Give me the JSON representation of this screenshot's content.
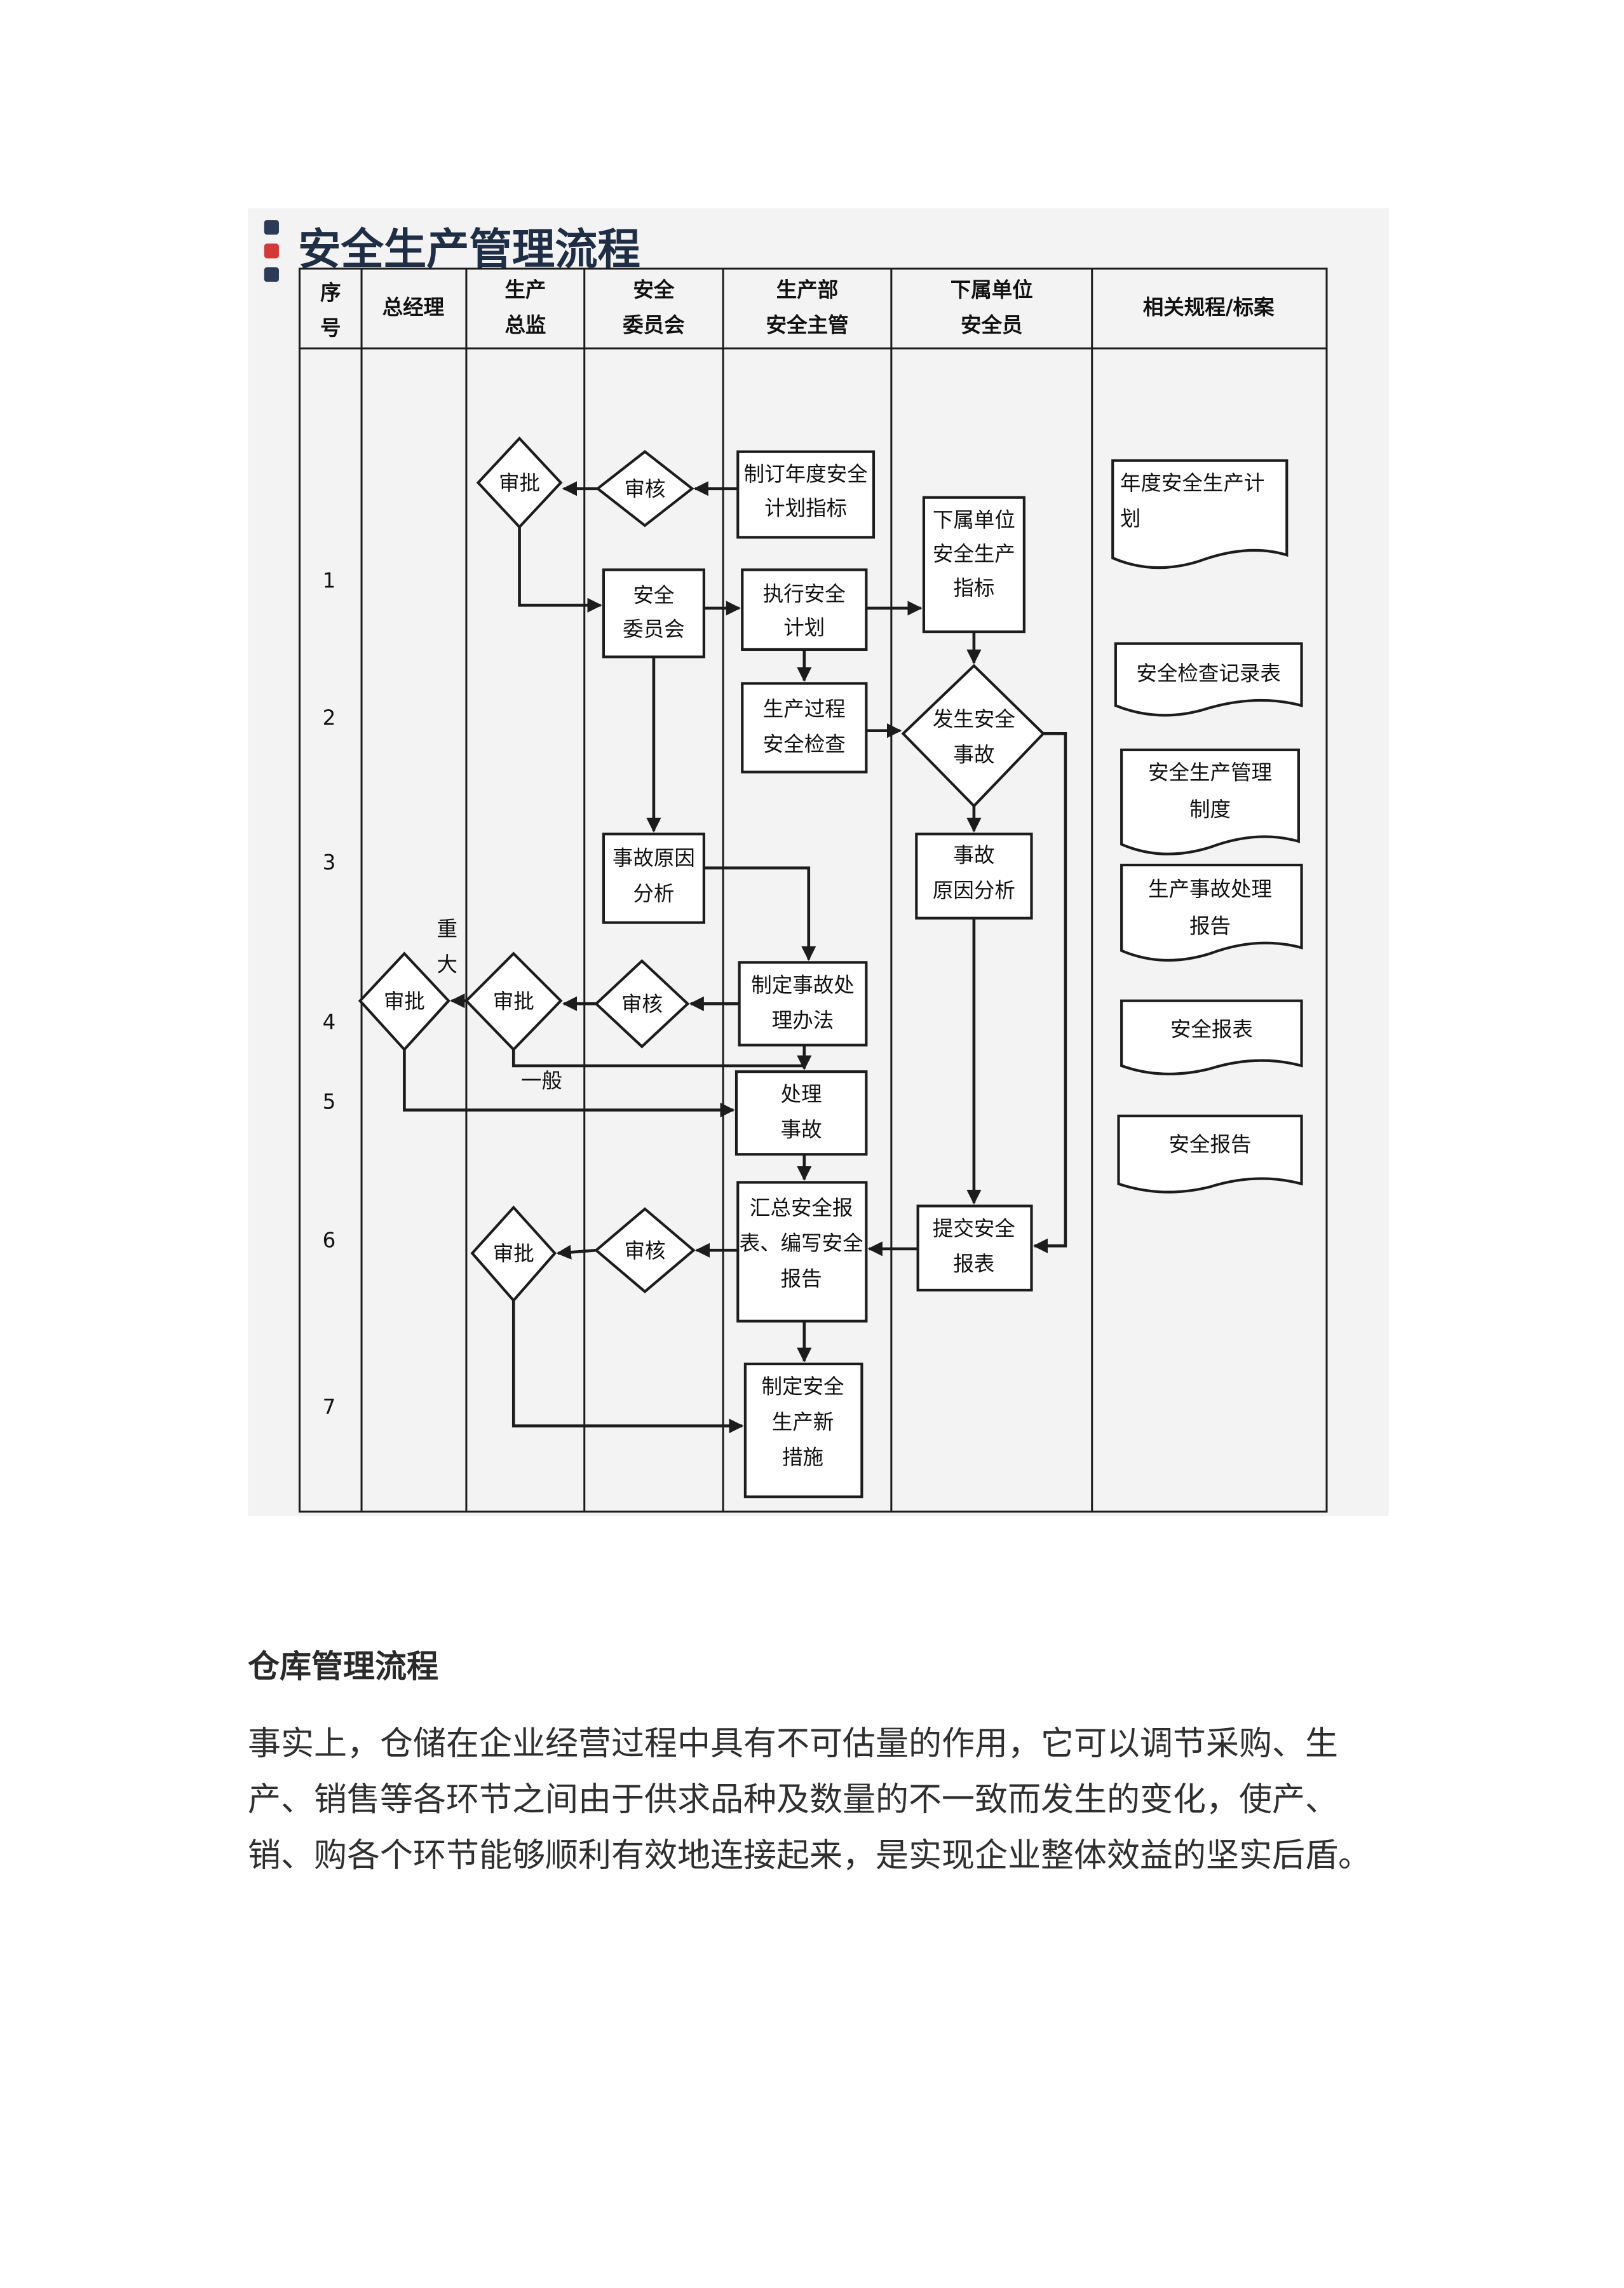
{
  "flowchart": {
    "title": "安全生产管理流程",
    "columns": [
      "序\n号",
      "总经理",
      "生产\n总监",
      "安全\n委员会",
      "生产部\n安全主管",
      "下属单位\n安全员",
      "相关规程/标案"
    ],
    "rows": [
      "1",
      "2",
      "3",
      "4",
      "5",
      "6",
      "7"
    ],
    "nodes": {
      "plan_targets": "制订年度安全\n计划指标",
      "review_1": "审核",
      "approve_1": "审批",
      "committee": "安全\n委员会",
      "execute_plan": "执行安全\n计划",
      "sub_unit_targets": "下属单位\n安全生产\n指标",
      "process_check": "生产过程\n安全检查",
      "accident_occurs": "发生安全\n事故",
      "cause_analysis_committee": "事故原因\n分析",
      "cause_analysis_unit": "事故\n原因分析",
      "handling_method": "制定事故处\n理办法",
      "review_4": "审核",
      "approve_4_director": "审批",
      "approve_4_gm": "审批",
      "handle_accident": "处理\n事故",
      "compile_report": "汇总安全报\n表、编写安全\n报告",
      "submit_report": "提交安全\n报表",
      "review_6": "审核",
      "approve_6": "审批",
      "new_measures": "制定安全\n生产新\n措施"
    },
    "branch_labels": {
      "major": "重\n大",
      "general": "一般"
    },
    "documents": [
      "年度安全生产计\n划",
      "安全检查记录表",
      "安全生产管理\n制度",
      "生产事故处理\n报告",
      "安全报表",
      "安全报告"
    ]
  },
  "section_title": "仓库管理流程",
  "paragraph_lines": [
    "事实上，仓储在企业经营过程中具有不可估量的作用，它可以调节采购、生",
    "产、销售等各环节之间由于供求品种及数量的不一致而发生的变化，使产、",
    "销、购各个环节能够顺利有效地连接起来，是实现企业整体效益的坚实后盾。"
  ],
  "colors": {
    "page_bg": "#ffffff",
    "figure_bg": "#f3f3f3",
    "line": "#1c1c1c",
    "accent_dark": "#2b3a55",
    "accent_red": "#d23a3a"
  }
}
